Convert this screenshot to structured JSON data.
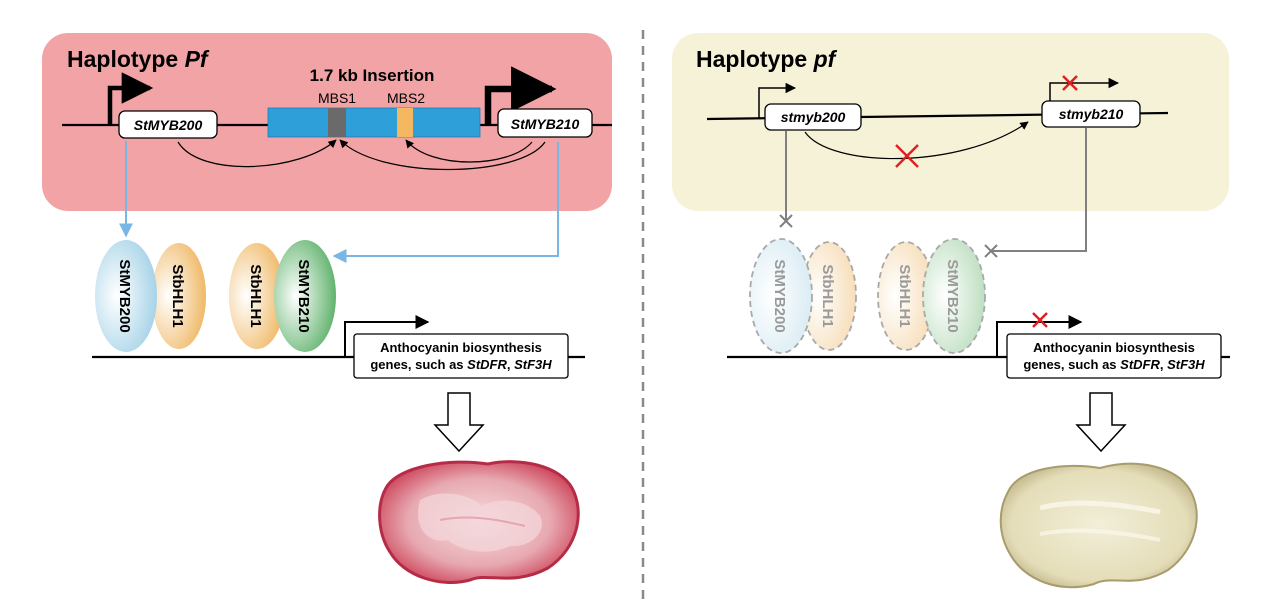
{
  "panels": {
    "left": {
      "title_prefix": "Haplotype ",
      "title_allele": "Pf",
      "insertion_label": "1.7 kb Insertion",
      "mbs1_label": "MBS1",
      "mbs2_label": "MBS2",
      "gene1": "StMYB200",
      "gene2": "StMYB210",
      "tf_a": "StMYB200",
      "tf_b": "StbHLH1",
      "tf_c": "StbHLH1",
      "tf_d": "StMYB210",
      "target_line1": "Anthocyanin biosynthesis",
      "target_line2_prefix": "genes, such as ",
      "target_gene1": "StDFR",
      "target_sep": ", ",
      "target_gene2": "StF3H",
      "tuber": "pigmented tuber (red flesh)"
    },
    "right": {
      "title_prefix": "Haplotype ",
      "title_allele": "pf",
      "gene1": "stmyb200",
      "gene2": "stmyb210",
      "tf_a": "StMYB200",
      "tf_b": "StbHLH1",
      "tf_c": "StbHLH1",
      "tf_d": "StMYB210",
      "target_line1": "Anthocyanin biosynthesis",
      "target_line2_prefix": "genes, such as ",
      "target_gene1": "StDFR",
      "target_sep": ", ",
      "target_gene2": "StF3H",
      "tuber": "non-pigmented tuber (white flesh)"
    }
  },
  "colors": {
    "left_panel": "#f2a3a6",
    "right_panel": "#f5f2d8",
    "insertion": "#2e9fd8",
    "mbs1": "#6a6a6a",
    "mbs2": "#f4b860",
    "myb200": "#bfe0ee",
    "bhlh": "#f0c078",
    "myb210": "#7cc07e",
    "blue_arrow": "#79b6e4",
    "inactive_arrow": "#808080",
    "cross": "#e02020"
  }
}
